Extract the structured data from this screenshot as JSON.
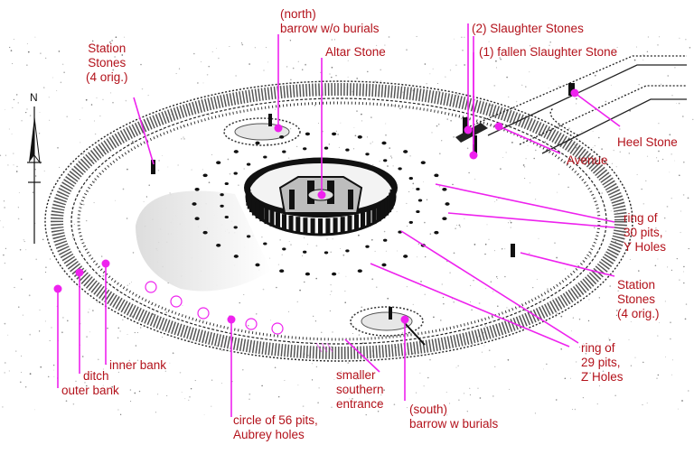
{
  "colors": {
    "label": "#b3121b",
    "leader": "#ee22ee",
    "ink": "#111111"
  },
  "compass": {
    "letter": "N"
  },
  "labels": {
    "station_stones_top": "Station\nStones\n(4 orig.)",
    "north_barrow": "(north)\nbarrow w/o burials",
    "altar_stone": "Altar Stone",
    "slaughter_stones": "(2) Slaughter Stones",
    "fallen_slaughter_stone": "(1) fallen Slaughter Stone",
    "heel_stone": "Heel Stone",
    "avenue": "Avenue",
    "y_holes": "ring of\n30 pits,\nY Holes",
    "station_stones_right": "Station\nStones\n(4 orig.)",
    "z_holes": "ring of\n29 pits,\nZ Holes",
    "inner_bank": "inner bank",
    "ditch": "ditch",
    "outer_bank": "outer bank",
    "southern_entrance": "smaller\nsouthern\nentrance",
    "aubrey_holes": "circle of 56 pits,\nAubrey holes",
    "south_barrow": "(south)\nbarrow w burials"
  }
}
